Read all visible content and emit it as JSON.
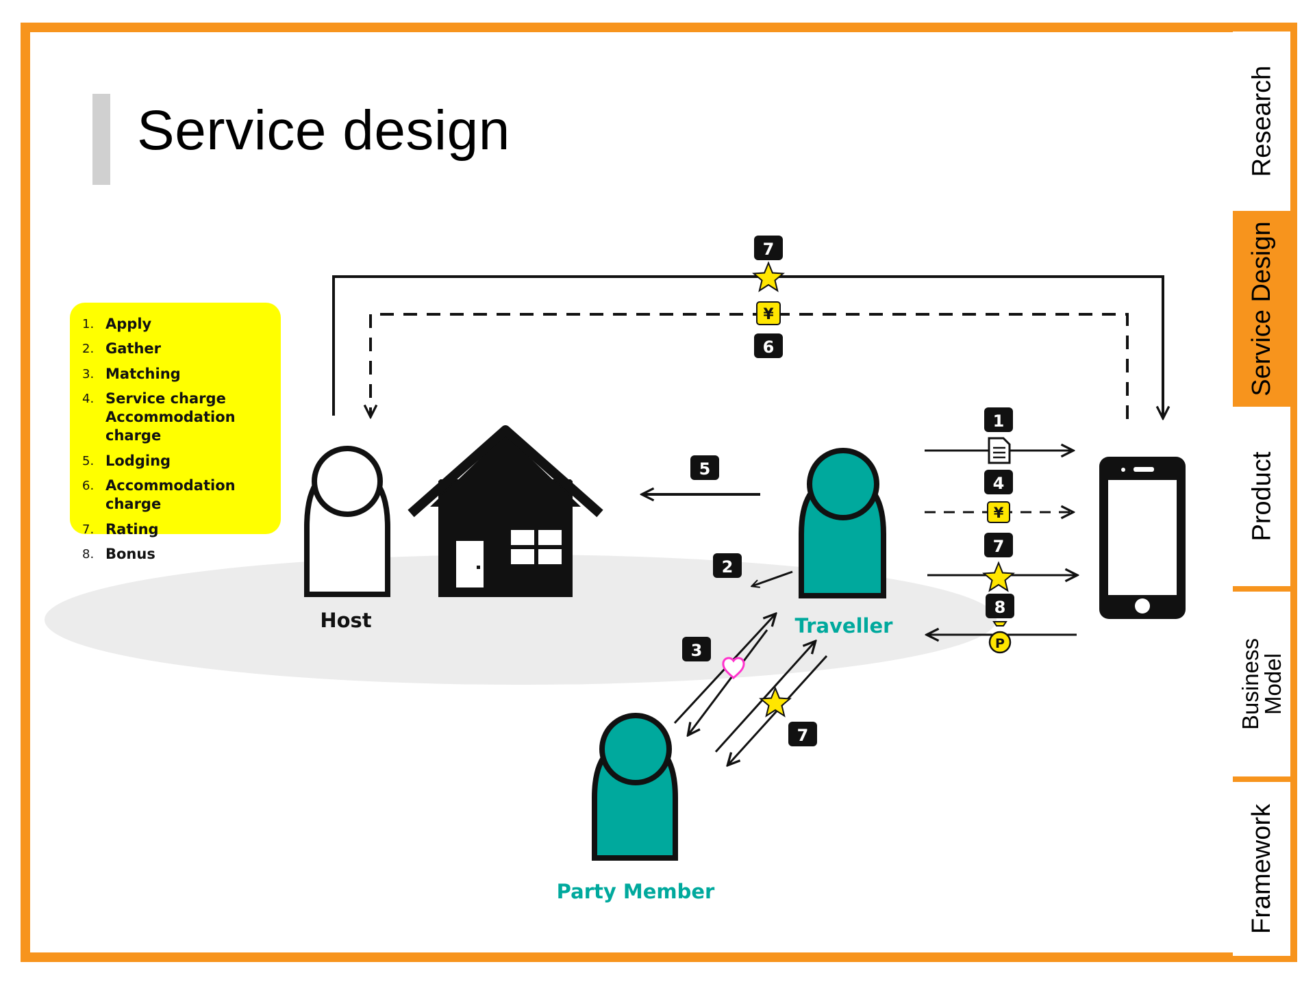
{
  "page": {
    "title": "Service design"
  },
  "tabs": [
    {
      "label": "Research",
      "active": false
    },
    {
      "label": "Service Design",
      "active": true
    },
    {
      "label": "Product",
      "active": false
    },
    {
      "label": "Business\nModel",
      "active": false
    },
    {
      "label": "Framework",
      "active": false
    }
  ],
  "legend": {
    "items": [
      {
        "num": "1.",
        "text": "Apply"
      },
      {
        "num": "2.",
        "text": "Gather"
      },
      {
        "num": "3.",
        "text": "Matching"
      },
      {
        "num": "4.",
        "text": "Service charge\nAccommodation charge"
      },
      {
        "num": "5.",
        "text": "Lodging"
      },
      {
        "num": "6.",
        "text": "Accommodation charge"
      },
      {
        "num": "7.",
        "text": "Rating"
      },
      {
        "num": "8.",
        "text": "Bonus"
      }
    ]
  },
  "actors": {
    "host": "Host",
    "traveller": "Traveller",
    "party_member": "Party Member"
  },
  "steps": {
    "top_rating": "7",
    "top_charge": "6",
    "apply": "1",
    "charge": "4",
    "rating_phone": "7",
    "bonus": "8",
    "lodging": "5",
    "gather": "2",
    "matching": "3",
    "rating_party": "7"
  },
  "glyphs": {
    "yen": "¥",
    "bonus_coin": "P"
  },
  "colors": {
    "accent": "#f7941d",
    "legend_bg": "#ffff00",
    "teal": "#00a99d",
    "heart": "#ff33cc",
    "badge": "#111111"
  }
}
